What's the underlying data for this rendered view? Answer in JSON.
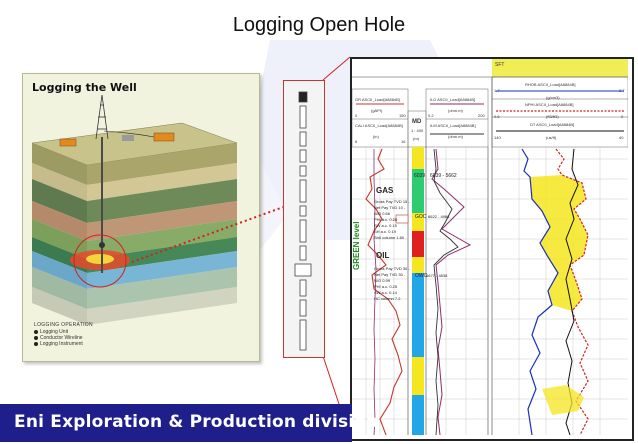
{
  "slide": {
    "title": "Logging Open Hole",
    "footer": "Eni Exploration & Production division"
  },
  "well_diagram": {
    "title": "Logging the Well",
    "legend_title": "LOGGING OPERATION",
    "legend_items": [
      "Logging Unit",
      "Conductor Wireline",
      "Logging Instrument"
    ]
  },
  "log_panel": {
    "header_top_right": "SFT",
    "curve_headers": {
      "gr": "GR ASCII_Load[A8884B]",
      "gr_unit": "(gAPI)",
      "gr_min": "0",
      "gr_max": "150",
      "cali": "CALI ASCII_Load[A8884B]",
      "cali_unit": "(in)",
      "cali_min": "6",
      "cali_max": "16",
      "md": "MD",
      "md_scale": "1 : 400",
      "md_unit": "(m)",
      "ild": "ILD ASCII_Load[A8884B]",
      "ild_unit": "(ohm.m)",
      "ild_min": "0.2",
      "ild_max": "200",
      "ilm": "ILM ASCII_Load[A8884B]",
      "ilm_unit": "(ohm.m)",
      "rhob": "RHOB ASCII_Load[A8884B]",
      "rhob_unit": "(g/cm3)",
      "rhob_min": "1.7",
      "rhob_max": "2.7",
      "nphi": "NPHI ASCII_Load[A8884B]",
      "nphi_unit": "(ft3/ft3)",
      "nphi_min": "0.6",
      "nphi_max": "0",
      "dt": "DT ASCII_Load[A8884B]",
      "dt_unit": "(us/ft)",
      "dt_min": "140",
      "dt_max": "40"
    },
    "depth_top": "6039",
    "depth_range": "6039 - 5662",
    "fluid_labels": {
      "gas": "GAS",
      "oil": "OIL",
      "water_contact": "OWC"
    },
    "side_label": "GREEN level",
    "gdc_label": "GOC",
    "gdc_value": "6622 - 4986",
    "owc_value": "6677 - 4838",
    "zone_gas": [
      "Gross Pay TVD  15 -",
      "Net Pay TVD  10 -",
      "N/G  0.66",
      "PHI a.c.  0.28",
      "SW a.c.  0.15",
      "SH a.c.  0.19",
      "Sh0 column  1.60"
    ],
    "zone_oil": [
      "Gross Pay TVD  30 -",
      "Net Pay TVD  30 -",
      "N/G  0.99",
      "PHI a.c.  0.25",
      "SW a.c.  0.14",
      "HC column  7.2"
    ]
  },
  "colors": {
    "banner": "#1f1f8c",
    "gas_zone": "#2ecc71",
    "oil_zone": "#e02020",
    "water_zone": "#22a7e6",
    "yellow_zone": "#f4e61f",
    "header_bar": "#f0ee55"
  }
}
